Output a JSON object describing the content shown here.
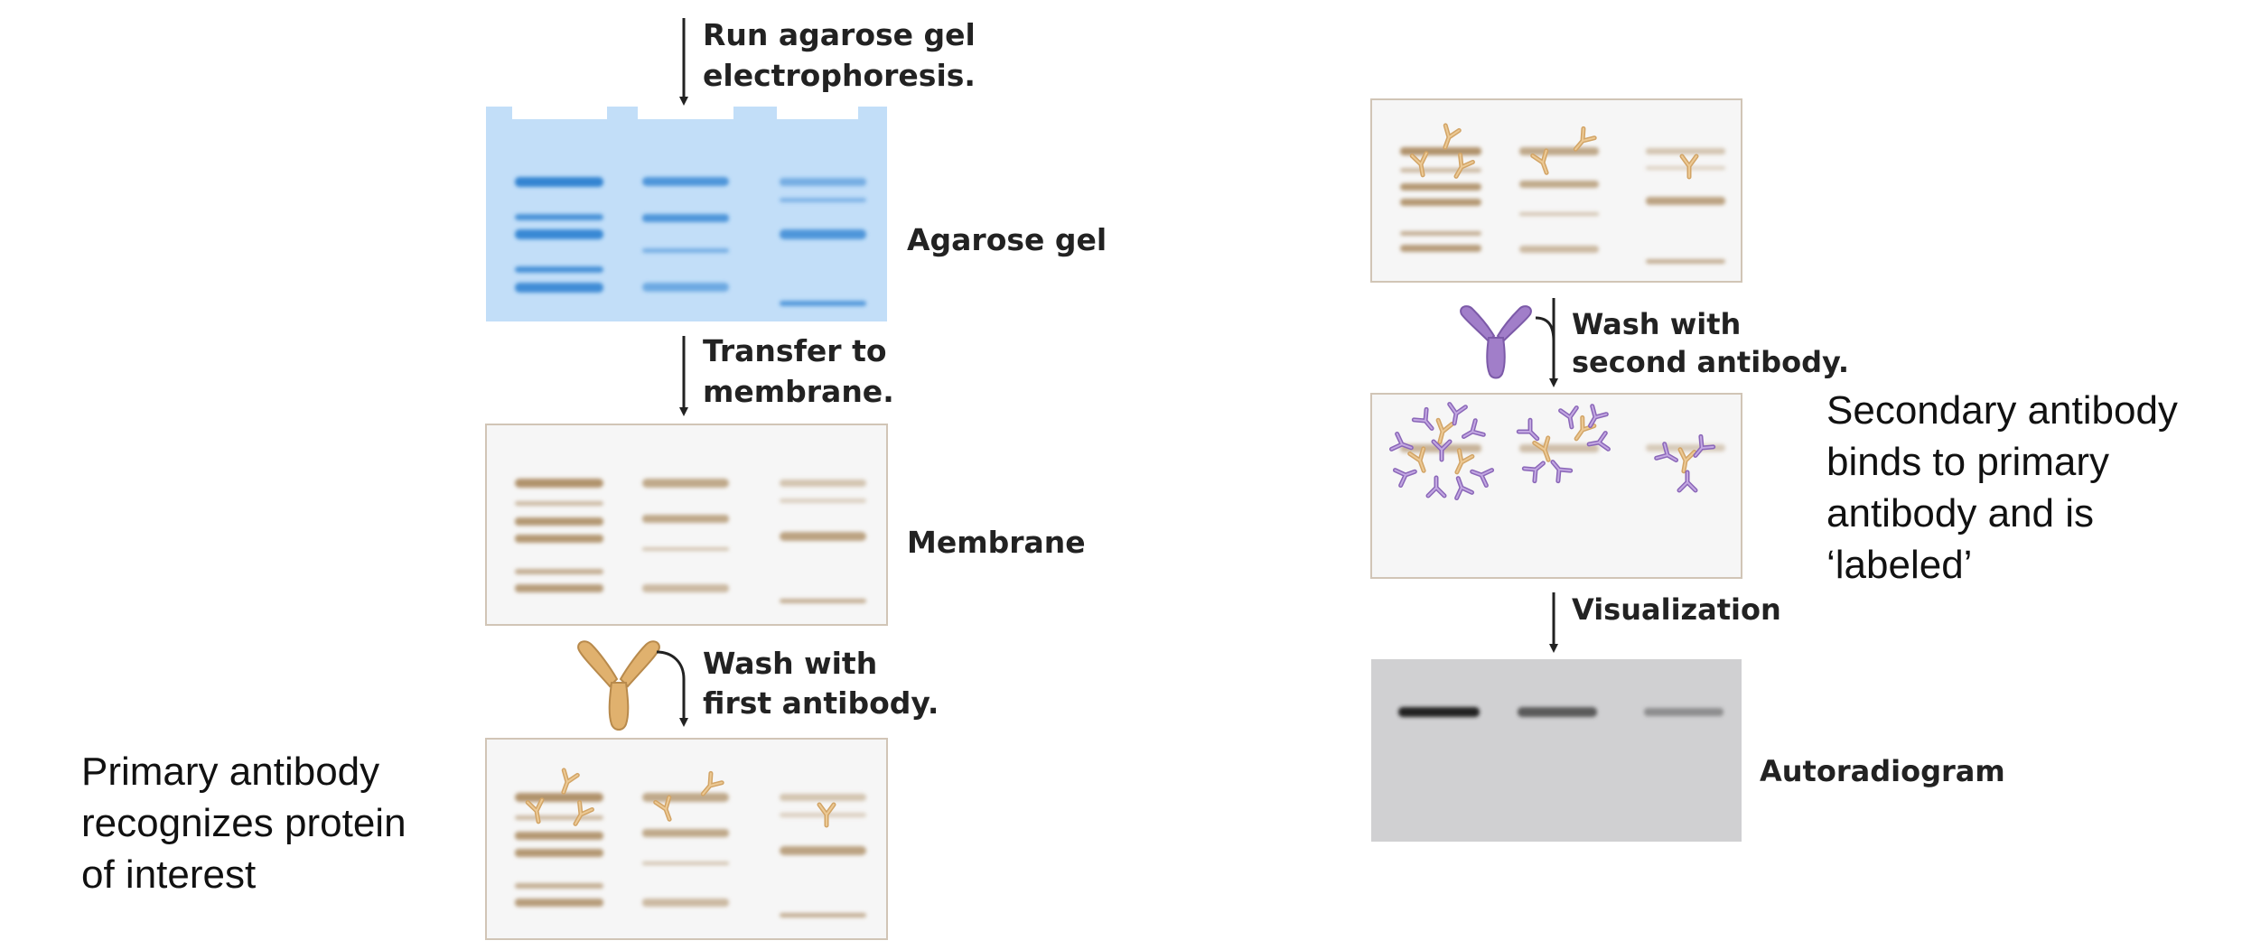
{
  "steps": {
    "run_gel": [
      "Run agarose gel",
      "electrophoresis."
    ],
    "transfer": [
      "Transfer to",
      "membrane."
    ],
    "wash_first": [
      "Wash with",
      "first antibody."
    ],
    "wash_second": [
      "Wash with",
      "second antibody."
    ],
    "visualization": "Visualization"
  },
  "labels": {
    "agarose_gel": "Agarose gel",
    "membrane": "Membrane",
    "autoradiogram": "Autoradiogram"
  },
  "annotations": {
    "primary": [
      "Primary antibody",
      "recognizes protein",
      "of interest"
    ],
    "secondary": [
      "Secondary antibody",
      "binds to primary",
      "antibody and is",
      "‘labeled’"
    ]
  },
  "colors": {
    "gel_background": "#c2def8",
    "gel_band": "#2a7fd0",
    "membrane_background": "#f6f6f6",
    "membrane_band": "#a8875c",
    "primary_antibody": "#e0b16e",
    "secondary_antibody": "#a17ec9",
    "autoradiogram_background": "#d0d0d2",
    "autoradiogram_band": "#222222",
    "arrow": "#222222"
  }
}
